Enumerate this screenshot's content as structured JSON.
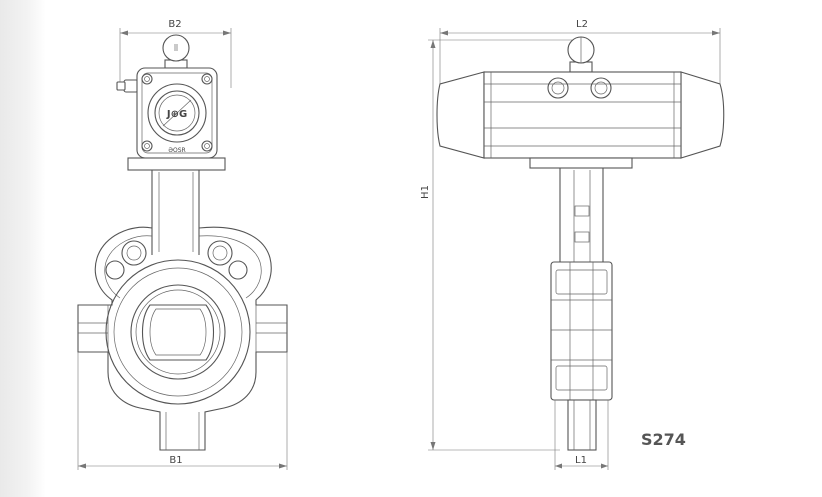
{
  "dimensions": {
    "b1": "B1",
    "b2": "B2",
    "l1": "L1",
    "l2": "L2",
    "h1": "H1"
  },
  "model": "S274",
  "actuator_marks": {
    "brand": "J⊕G",
    "bottom": "ƏOSR"
  },
  "colors": {
    "line": "#555555",
    "label": "#555555",
    "strip": "#ececec"
  }
}
